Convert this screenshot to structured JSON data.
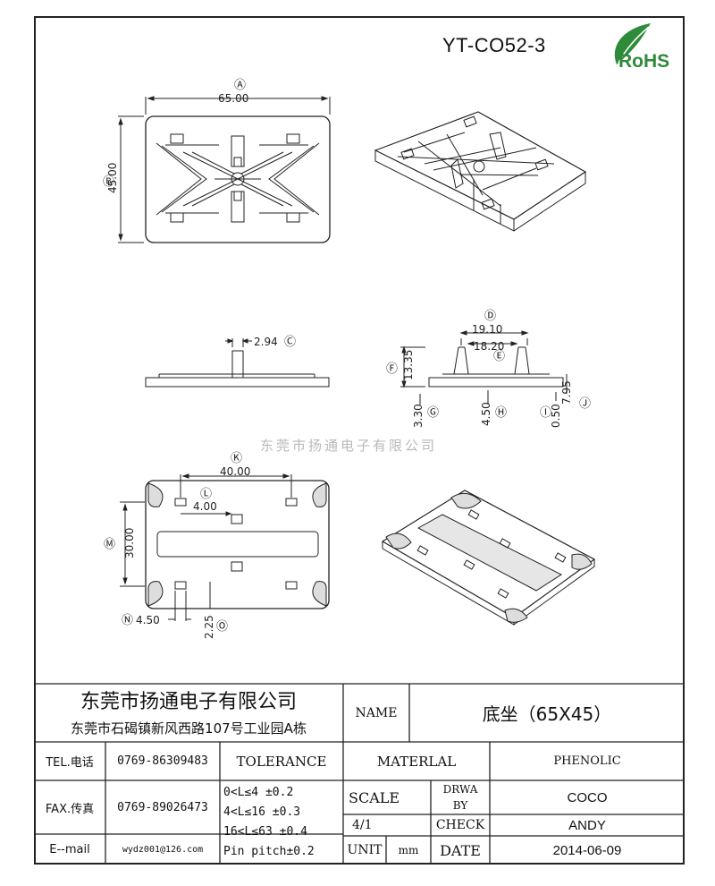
{
  "drawing": {
    "part_number": "YT-CO52-3",
    "logo_text": "RoHS",
    "watermark": "东莞市扬通电子有限公司",
    "dimensions": {
      "A_label": "Ⓐ",
      "A_value": "65.00",
      "B_label": "Ⓑ",
      "B_value": "45.00",
      "C_value": "2.94",
      "C_label": "Ⓒ",
      "D_label": "Ⓓ",
      "D_value": "19.10",
      "E_value": "18.20",
      "E_label": "Ⓔ",
      "F_label": "Ⓕ",
      "F_value": "13.35",
      "G_value": "3.30",
      "G_label": "Ⓖ",
      "H_value": "4.50",
      "H_label": "Ⓗ",
      "I_value": "0.50",
      "I_label": "Ⓘ",
      "J_value": "7.95",
      "J_label": "Ⓙ",
      "K_label": "Ⓚ",
      "K_value": "40.00",
      "L_label": "Ⓛ",
      "L_value": "4.00",
      "M_label": "Ⓜ",
      "M_value": "30.00",
      "N_label": "Ⓝ",
      "N_value": "4.50",
      "O_value": "2.25",
      "O_label": "Ⓞ"
    }
  },
  "title_block": {
    "company": "东莞市扬通电子有限公司",
    "address": "东莞市石碣镇新风西路107号工业园A栋",
    "name_label": "NAME",
    "name_value": "底坐（65X45）",
    "tel_label": "TEL.电话",
    "tel_value": "0769-86309483",
    "fax_label": "FAX.传真",
    "fax_value": "0769-89026473",
    "email_label": "E--mail",
    "email_value": "wydz001@126.com",
    "tolerance_label": "TOLERANCE",
    "tol_1": "0<L≤4   ±0.2",
    "tol_2": "4<L≤16  ±0.3",
    "tol_3": "16<L≤63 ±0.4",
    "tol_4": "Pin pitch±0.2",
    "material_label": "MATERLAL",
    "material_value": "PHENOLIC",
    "scale_label": "SCALE",
    "scale_value": "4/1",
    "drawn_label_1": "DRWA",
    "drawn_label_2": "BY",
    "drawn_value": "COCO",
    "check_label": "CHECK",
    "check_value": "ANDY",
    "unit_label": "UNIT",
    "unit_value": "mm",
    "date_label": "DATE",
    "date_value": "2014-06-09"
  }
}
